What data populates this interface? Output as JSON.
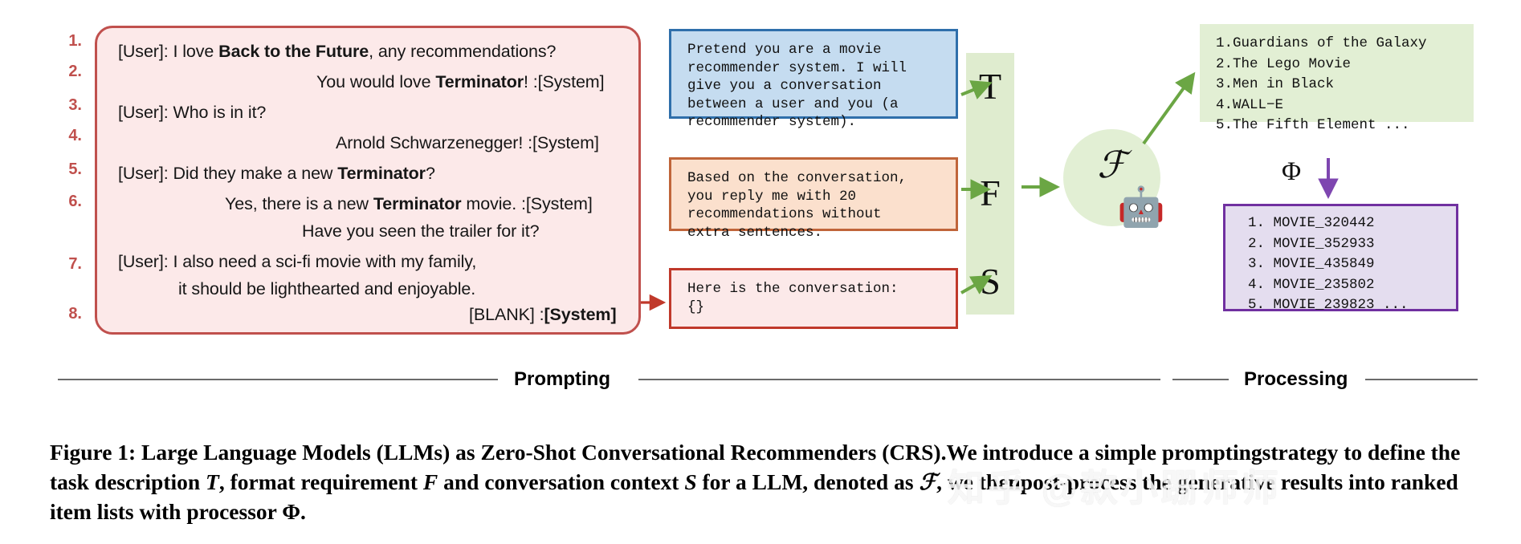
{
  "conversation": {
    "numbers": [
      "1.",
      "2.",
      "3.",
      "4.",
      "5.",
      "6.",
      "7.",
      "8."
    ],
    "lines": [
      {
        "speaker_prefix": "[User]:",
        "text_before": " I love ",
        "bold": "Back to the Future",
        "text_after": ", any recommendations?",
        "align": "left"
      },
      {
        "speaker_prefix": "",
        "text_before": "You would love ",
        "bold": "Terminator",
        "text_after": "! :[System]",
        "align": "right"
      },
      {
        "speaker_prefix": "[User]:",
        "text_before": "  Who is in it?",
        "bold": "",
        "text_after": "",
        "align": "left"
      },
      {
        "speaker_prefix": "",
        "text_before": "Arnold Schwarzenegger!  :[System]",
        "bold": "",
        "text_after": "",
        "align": "right"
      },
      {
        "speaker_prefix": "[User]:",
        "text_before": "  Did they make a new ",
        "bold": "Terminator",
        "text_after": "?",
        "align": "left"
      },
      {
        "speaker_prefix": "",
        "text_before": "Yes, there is a new ",
        "bold": "Terminator",
        "text_after": " movie. :[System]",
        "align": "right"
      },
      {
        "speaker_prefix": "",
        "text_before": "Have you seen the trailer for it?",
        "bold": "",
        "text_after": "",
        "align": "right"
      },
      {
        "speaker_prefix": "[User]:",
        "text_before": "  I also need a sci-fi movie with my family,",
        "bold": "",
        "text_after": "",
        "align": "left"
      },
      {
        "speaker_prefix": "",
        "text_before": "it should be lighthearted and enjoyable.",
        "bold": "",
        "text_after": "",
        "align": "indent"
      },
      {
        "speaker_prefix": "",
        "text_before": "[BLANK] :",
        "bold": "[System]",
        "text_after": "",
        "align": "right"
      }
    ]
  },
  "prompts": {
    "task": "Pretend you are a movie\nrecommender system. I will\ngive you a conversation\nbetween a user and you (a\nrecommender system).",
    "format": "Based on the conversation,\nyou reply me with 20\nrecommendations without\nextra sentences.",
    "context": "Here is the conversation:\n{}"
  },
  "tfs": {
    "task_letter": "T",
    "format_letter": "F",
    "context_letter": "S"
  },
  "model": {
    "glyph": "ℱ",
    "robot_icon": "🤖"
  },
  "outputs": {
    "movies": "1.Guardians of the Galaxy\n2.The Lego Movie\n3.Men in Black\n4.WALL−E\n5.The Fifth Element ...",
    "movie_list": [
      "1.Guardians of the Galaxy",
      "2.The Lego Movie",
      "3.Men in Black",
      "4.WALL−E",
      "5.The Fifth Element ..."
    ],
    "processor_symbol": "Φ",
    "ids": "1. MOVIE_320442\n2. MOVIE_352933\n3. MOVIE_435849\n4. MOVIE_235802\n5. MOVIE_239823 ...",
    "id_list": [
      "1. MOVIE_320442",
      "2. MOVIE_352933",
      "3. MOVIE_435849",
      "4. MOVIE_235802",
      "5. MOVIE_239823 ..."
    ]
  },
  "sections": {
    "prompting": "Prompting",
    "processing": "Processing"
  },
  "caption": {
    "line1_a": "Figure 1: Large Language Models (LLMs) as Zero-Shot Conversational Recommenders (CRS).We introduce a simple prompting",
    "line2_a": "strategy to define the task description ",
    "line2_T": "T",
    "line2_b": ", format requirement ",
    "line2_F": "F",
    "line2_c": " and conversation context ",
    "line2_S": "S",
    "line2_d": " for a LLM, denoted as ",
    "line2_Fscript": "ℱ",
    "line2_e": ", we then",
    "line3_a": "post-process the generative results into ranked item lists with processor ",
    "line3_phi": "Φ."
  },
  "watermark": {
    "text": "知乎 @款小跚师师"
  },
  "colors": {
    "conversation_border": "#c0504d",
    "conversation_fill": "#fce9e9",
    "task_border": "#2f6fab",
    "task_fill": "#c5dcf0",
    "format_border": "#c0653a",
    "format_fill": "#fbe0cd",
    "context_border": "#c0392b",
    "arrow_green": "#6ba644",
    "arrow_red": "#c0392b",
    "arrow_purple": "#7030a0",
    "tfs_fill": "#dfeccf",
    "output_fill": "#e2efd4",
    "ids_fill": "#e4ddef",
    "ids_border": "#7030a0"
  }
}
